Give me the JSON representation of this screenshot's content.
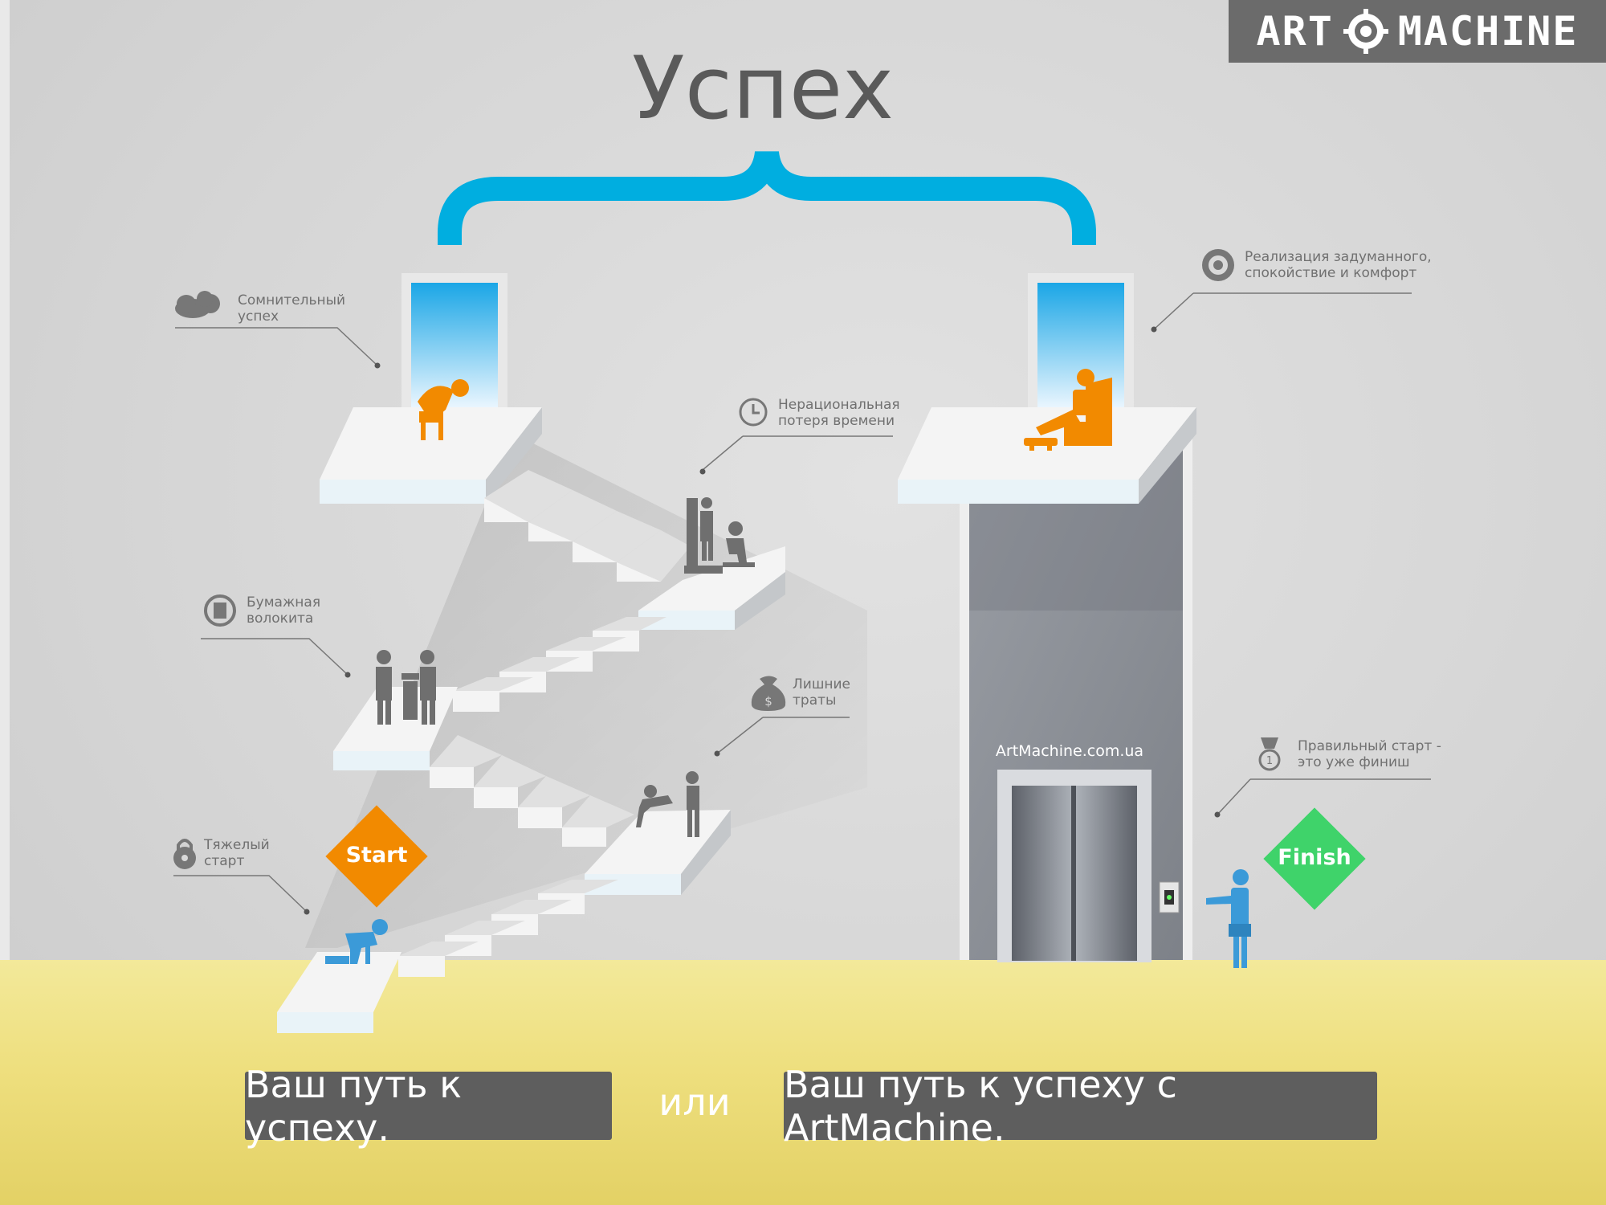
{
  "title": "Успех",
  "logo": {
    "left_word": "ART",
    "right_word": "MACHINE"
  },
  "annotations": {
    "doubtful_success": [
      "Сомнительный",
      "успех"
    ],
    "time_loss": [
      "Нерациональная",
      "потеря времени"
    ],
    "paperwork": [
      "Бумажная",
      "волокита"
    ],
    "extra_costs": [
      "Лишние",
      "траты"
    ],
    "hard_start": [
      "Тяжелый",
      "старт"
    ],
    "realization": [
      "Реализация задуманного,",
      "спокойствие и комфорт"
    ],
    "right_start": [
      "Правильный старт -",
      "это уже финиш"
    ]
  },
  "badges": {
    "start": "Start",
    "finish": "Finish"
  },
  "elevator_site": "ArtMachine.com.ua",
  "bottom": {
    "path_label": "Ваш путь к успеху.",
    "or_label": "или",
    "path_artmachine_label": "Ваш путь к успеху с ArtMachine."
  },
  "colors": {
    "accent_blue": "#00aee0",
    "orange": "#f28a00",
    "green": "#3fd36a",
    "figure_blue": "#3b9ad8",
    "figure_gray": "#6f6f6f",
    "floor_yellow": "#eedf7e",
    "button_gray": "#5e5e5e"
  },
  "icons": [
    "cloud-sun-icon",
    "clock-icon",
    "refresh-document-icon",
    "money-bag-icon",
    "padlock-icon",
    "gear-logo-icon",
    "medal-icon"
  ]
}
